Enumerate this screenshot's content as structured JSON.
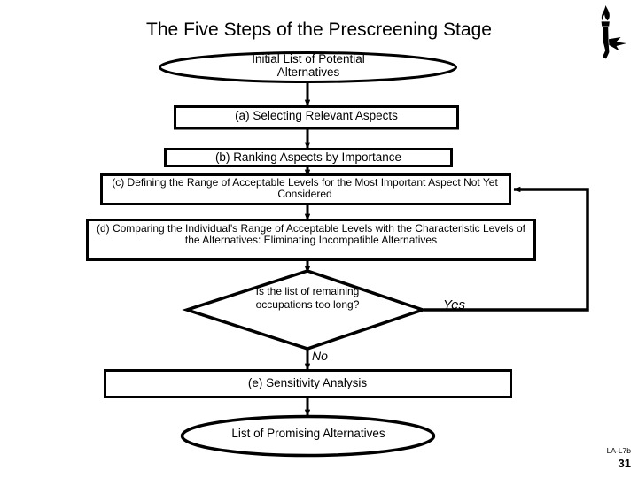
{
  "slide": {
    "title": "The Five Steps of the Prescreening Stage",
    "background_color": "#ffffff",
    "stroke_color": "#000000",
    "text_color": "#000000"
  },
  "logo": {
    "name": "torch-logo",
    "description": "stylized black torch with flame"
  },
  "flowchart": {
    "type": "flowchart",
    "nodes": [
      {
        "id": "start",
        "shape": "ellipse",
        "label": "Initial List of Potential\nAlternatives"
      },
      {
        "id": "a",
        "shape": "rectangle",
        "label": "(a) Selecting Relevant Aspects"
      },
      {
        "id": "b",
        "shape": "rectangle",
        "label": "(b) Ranking Aspects by Importance"
      },
      {
        "id": "c",
        "shape": "rectangle",
        "label": "(c) Defining the Range of Acceptable Levels for  the Most Important Aspect Not Yet Considered"
      },
      {
        "id": "d",
        "shape": "rectangle",
        "label": "(d) Comparing the Individual’s Range of Acceptable Levels with the Characteristic Levels of the Alternatives: Eliminating Incompatible Alternatives"
      },
      {
        "id": "decision",
        "shape": "diamond",
        "label": "Is the list of remaining occupations too long?"
      },
      {
        "id": "e",
        "shape": "rectangle",
        "label": "(e) Sensitivity Analysis"
      },
      {
        "id": "end",
        "shape": "ellipse",
        "label": "List of Promising Alternatives"
      }
    ],
    "edges": [
      {
        "from": "start",
        "to": "a",
        "label": ""
      },
      {
        "from": "a",
        "to": "b",
        "label": ""
      },
      {
        "from": "b",
        "to": "c",
        "label": ""
      },
      {
        "from": "c",
        "to": "d",
        "label": ""
      },
      {
        "from": "d",
        "to": "decision",
        "label": ""
      },
      {
        "from": "decision",
        "to": "c",
        "label": "Yes"
      },
      {
        "from": "decision",
        "to": "e",
        "label": "No"
      },
      {
        "from": "e",
        "to": "end",
        "label": ""
      }
    ],
    "branch_labels": {
      "yes": "Yes",
      "no": "No"
    }
  },
  "footer": {
    "code": "LA-L7b",
    "page": "31"
  }
}
